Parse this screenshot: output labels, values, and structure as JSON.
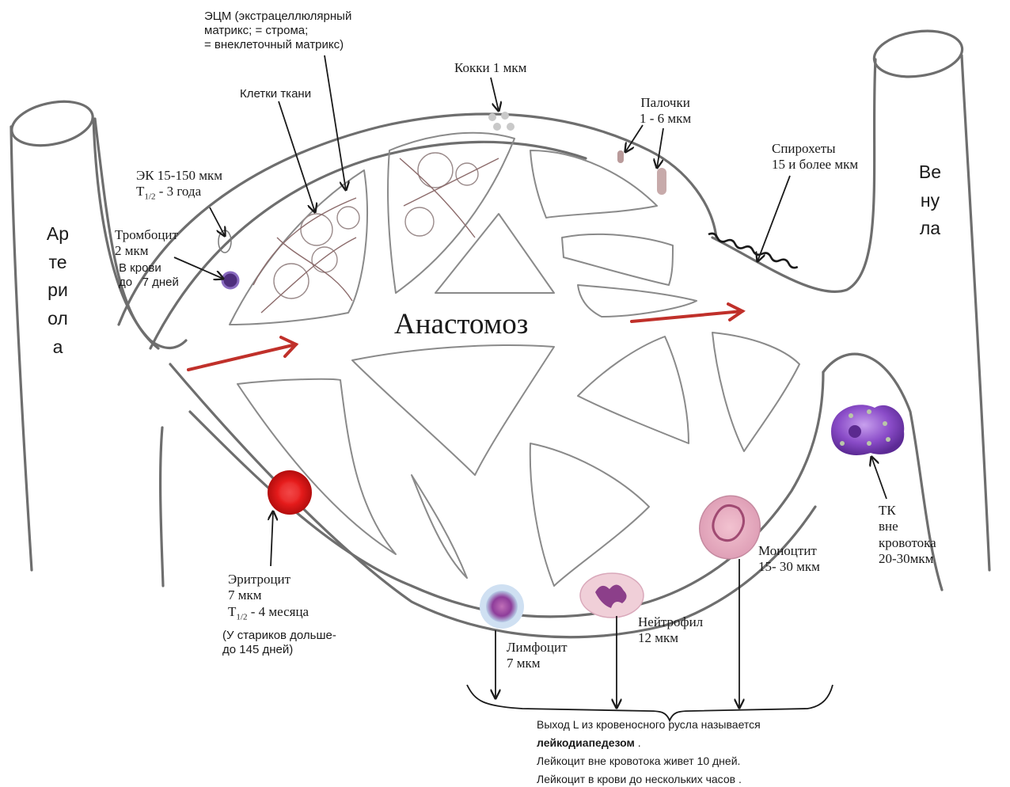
{
  "colors": {
    "flow_arrow": "#c0302a",
    "sketch": "#6e6e6e",
    "erythrocyte": "#e01515",
    "platelet": "#5a3a8c",
    "mast_cell": "#7b3fb8"
  },
  "vessels": {
    "arteriole_letters": "Артериола",
    "venule_letters": "Венула"
  },
  "center_title": "Анастомоз",
  "labels": {
    "ecm": [
      "ЭЦМ (экстрацеллюлярный",
      "матрикс; = строма;",
      "= внеклеточный матрикс)"
    ],
    "tissue_cells": "Клетки ткани",
    "cocci": "Кокки 1 мкм",
    "bacilli": [
      "Палочки",
      "1 - 6 мкм"
    ],
    "spirochetes": [
      "Спирохеты",
      "15 и более мкм"
    ],
    "endothelial": [
      "ЭК 15-150 мкм",
      "T",
      "1/2",
      " - 3 года"
    ],
    "platelet": [
      "Тромбоцит",
      "2 мкм",
      "В крови",
      "до   7 дней"
    ],
    "erythrocyte": [
      "Эритроцит",
      "7 мкм",
      "T",
      "1/2",
      " - 4 месяца",
      "(У стариков дольше-",
      "до 145 дней)"
    ],
    "lymphocyte": [
      "Лимфоцит",
      "7 мкм"
    ],
    "neutrophil": [
      "Нейтрофил",
      "12 мкм"
    ],
    "monocyte": [
      "Моноцтит",
      "15- 30 мкм"
    ],
    "tissue_macrophage": [
      "ТК",
      "вне",
      "кровотока",
      "20-30мкм"
    ]
  },
  "footer": {
    "line1": "Выход L из кровеносного русла называется",
    "line2": "лейкодиапедезом",
    "line2_suffix": " .",
    "line3": "Лейкоцит вне кровотока живет 10 дней.",
    "line4": "Лейкоцит в крови до нескольких часов ."
  }
}
